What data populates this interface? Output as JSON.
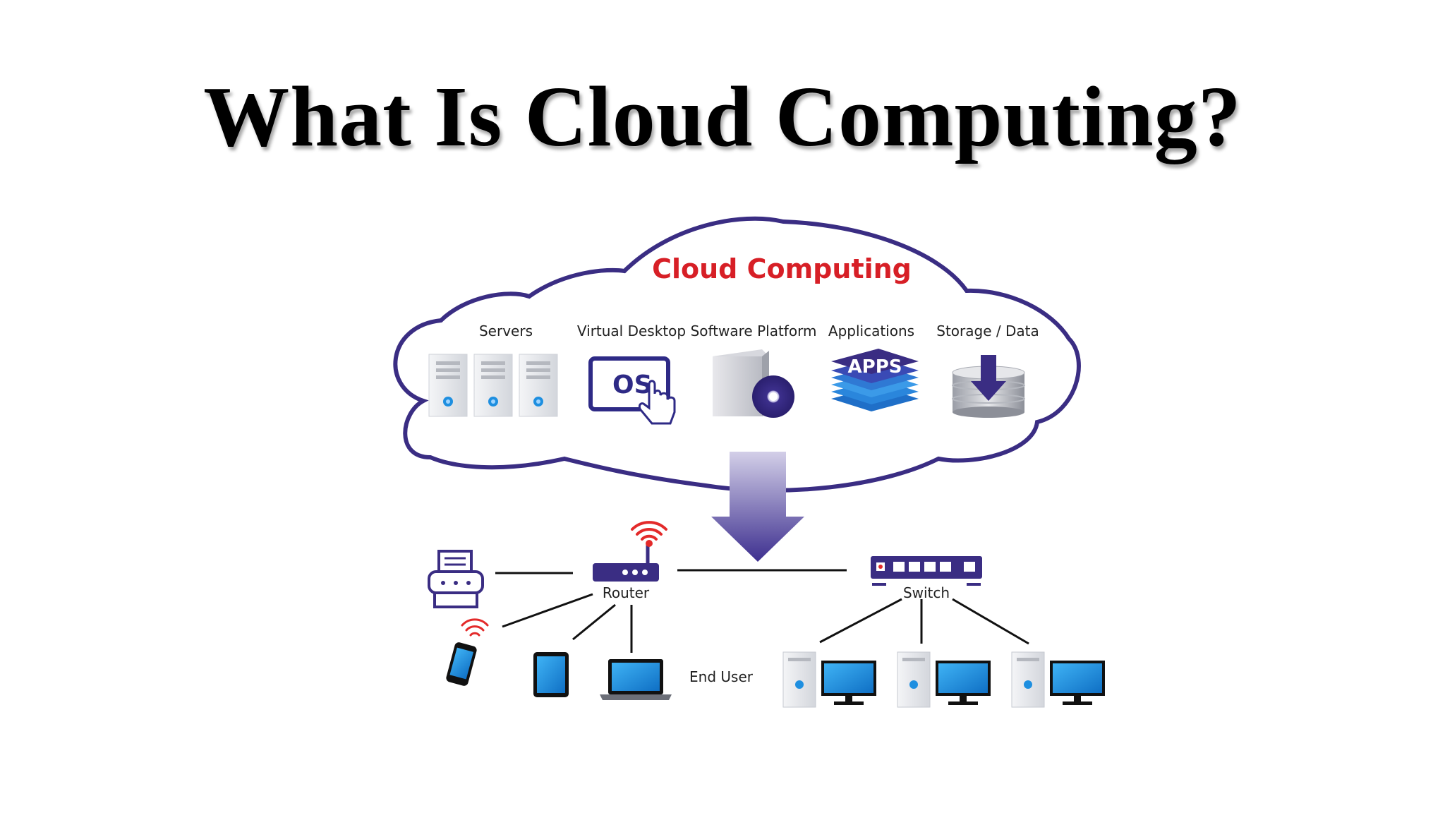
{
  "slide": {
    "title": "What Is Cloud Computing?"
  },
  "cloud": {
    "title": "Cloud Computing",
    "services": [
      {
        "label": "Servers",
        "icon": "server-rack-icon"
      },
      {
        "label": "Virtual Desktop",
        "icon": "os-touch-icon",
        "icon_text": "OS"
      },
      {
        "label": "Software Platform",
        "icon": "software-box-disc-icon"
      },
      {
        "label": "Applications",
        "icon": "apps-stack-icon",
        "icon_text": "APPS"
      },
      {
        "label": "Storage / Data",
        "icon": "database-download-icon"
      }
    ]
  },
  "network": {
    "router_label": "Router",
    "switch_label": "Switch",
    "end_user_label": "End User",
    "devices": [
      "printer-icon",
      "smartphone-icon",
      "tablet-icon",
      "laptop-icon",
      "desktop-computer-icon"
    ]
  },
  "colors": {
    "cloud_outline": "#3a2d83",
    "cloud_title": "#d71f26",
    "device_blue": "#1e8fe0",
    "arrow_top": "#cfcbe6",
    "arrow_bottom": "#3d2f8f",
    "wifi_red": "#e32a2a"
  }
}
